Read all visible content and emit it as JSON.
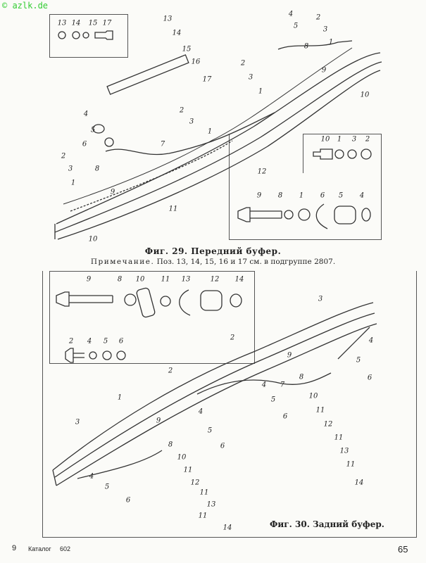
{
  "watermark": "© azlk.de",
  "fig29": {
    "caption": "Фиг. 29. Передний буфер.",
    "note_label": "Примечание.",
    "note_text": "Поз. 13, 14, 15, 16 и 17 см. в подгруппе 2807.",
    "callouts": [
      "13",
      "14",
      "15",
      "16",
      "17",
      "2",
      "3",
      "1",
      "4",
      "5",
      "2",
      "3",
      "1",
      "6",
      "7",
      "2",
      "3",
      "8",
      "1",
      "9",
      "11",
      "4",
      "5",
      "2",
      "3",
      "8",
      "1",
      "9",
      "10",
      "12",
      "10"
    ],
    "inset_top_left": [
      "13",
      "14",
      "15",
      "17"
    ],
    "inset_right_top": [
      "10",
      "1",
      "3",
      "2"
    ],
    "inset_right_bottom": [
      "9",
      "8",
      "1",
      "6",
      "5",
      "4"
    ]
  },
  "fig30": {
    "caption": "Фиг. 30. Задний буфер.",
    "inset_row1": [
      "9",
      "8",
      "10",
      "11",
      "13",
      "12",
      "14"
    ],
    "inset_row2": [
      "2",
      "4",
      "5",
      "6"
    ],
    "callouts": [
      "3",
      "2",
      "2",
      "9",
      "7",
      "8",
      "10",
      "4",
      "5",
      "6",
      "1",
      "9",
      "3",
      "4",
      "5",
      "6",
      "8",
      "10",
      "11",
      "12",
      "11",
      "13",
      "11",
      "14",
      "4",
      "5",
      "6",
      "11",
      "12",
      "11",
      "13",
      "11",
      "14",
      "4",
      "5",
      "6"
    ]
  },
  "footer": {
    "sheet": "9",
    "catalog": "Каталог",
    "catalog_no": "602",
    "page": "65"
  }
}
